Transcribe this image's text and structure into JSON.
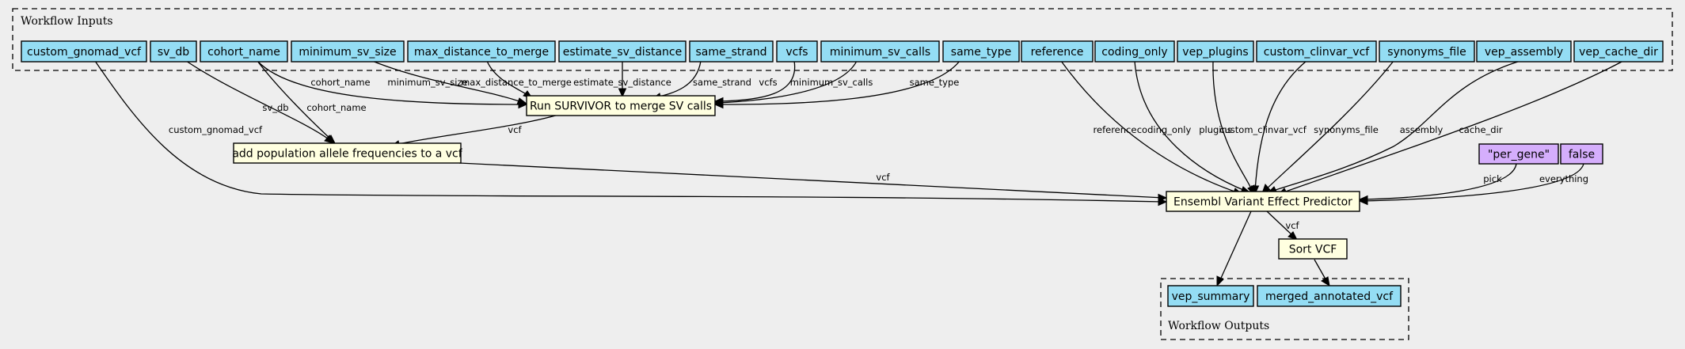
{
  "clusters": {
    "inputs": {
      "label": "Workflow Inputs"
    },
    "outputs": {
      "label": "Workflow Outputs"
    }
  },
  "colors": {
    "input_fill": "#94ddf4",
    "step_fill": "#ffffe0",
    "value_fill": "#d5aefc",
    "output_fill": "#94ddf4",
    "background": "#eeeeee"
  },
  "nodes": {
    "custom_gnomad_vcf": "custom_gnomad_vcf",
    "sv_db": "sv_db",
    "cohort_name": "cohort_name",
    "minimum_sv_size": "minimum_sv_size",
    "max_distance_to_merge": "max_distance_to_merge",
    "estimate_sv_distance": "estimate_sv_distance",
    "same_strand": "same_strand",
    "vcfs": "vcfs",
    "minimum_sv_calls": "minimum_sv_calls",
    "same_type": "same_type",
    "reference": "reference",
    "coding_only": "coding_only",
    "vep_plugins": "vep_plugins",
    "custom_clinvar_vcf": "custom_clinvar_vcf",
    "synonyms_file": "synonyms_file",
    "vep_assembly": "vep_assembly",
    "vep_cache_dir": "vep_cache_dir",
    "survivor": "Run SURVIVOR to merge SV calls",
    "add_af": "add population allele frequencies to a vcf",
    "vep": "Ensembl Variant Effect Predictor",
    "per_gene": "\"per_gene\"",
    "false_val": "false",
    "sort_vcf": "Sort VCF",
    "vep_summary": "vep_summary",
    "merged_annotated_vcf": "merged_annotated_vcf"
  },
  "edges": {
    "cohort_name_survivor": "cohort_name",
    "minimum_sv_size": "minimum_sv_size",
    "max_distance_to_merge": "max_distance_to_merge",
    "estimate_sv_distance": "estimate_sv_distance",
    "same_strand": "same_strand",
    "vcfs": "vcfs",
    "minimum_sv_calls": "minimum_sv_calls",
    "same_type": "same_type",
    "sv_db": "sv_db",
    "cohort_name_af": "cohort_name",
    "survivor_vcf": "vcf",
    "custom_gnomad_vcf": "custom_gnomad_vcf",
    "af_vcf": "vcf",
    "reference": "reference",
    "coding_only": "coding_only",
    "plugins": "plugins",
    "custom_clinvar_vcf": "custom_clinvar_vcf",
    "synonyms_file": "synonyms_file",
    "assembly": "assembly",
    "cache_dir": "cache_dir",
    "pick": "pick",
    "everything": "everything",
    "vep_vcf": "vcf"
  }
}
